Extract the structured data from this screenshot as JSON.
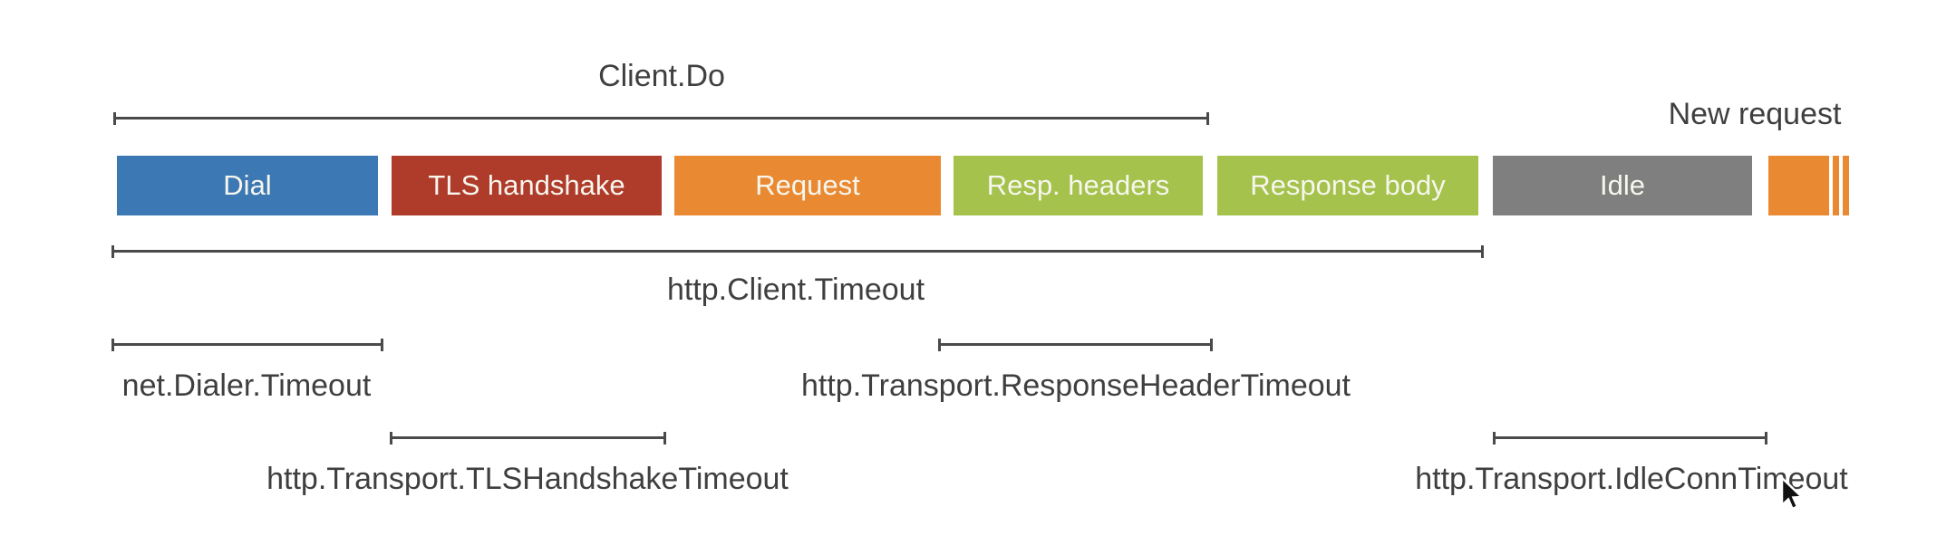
{
  "diagram": {
    "top_bracket_label": "Client.Do",
    "new_request_label": "New request",
    "phases": [
      {
        "label": "Dial",
        "color": "#3c78b4"
      },
      {
        "label": "TLS handshake",
        "color": "#af3b2a"
      },
      {
        "label": "Request",
        "color": "#e98a33"
      },
      {
        "label": "Resp. headers",
        "color": "#a4c24c"
      },
      {
        "label": "Response body",
        "color": "#a4c24c"
      },
      {
        "label": "Idle",
        "color": "#7f7f7f"
      }
    ],
    "next_request_stub": {
      "color": "#e98a33"
    },
    "timeouts": {
      "client_timeout": {
        "label": "http.Client.Timeout"
      },
      "dialer_timeout": {
        "label": "net.Dialer.Timeout"
      },
      "response_header_timeout": {
        "label": "http.Transport.ResponseHeaderTimeout"
      },
      "tls_handshake_timeout": {
        "label": "http.Transport.TLSHandshakeTimeout"
      },
      "idle_conn_timeout": {
        "label": "http.Transport.IdleConnTimeout"
      }
    },
    "colors": {
      "bracket_line": "#4a4a4a",
      "label_text": "#3f3f3f",
      "bar_text": "#f7f6ee"
    }
  }
}
